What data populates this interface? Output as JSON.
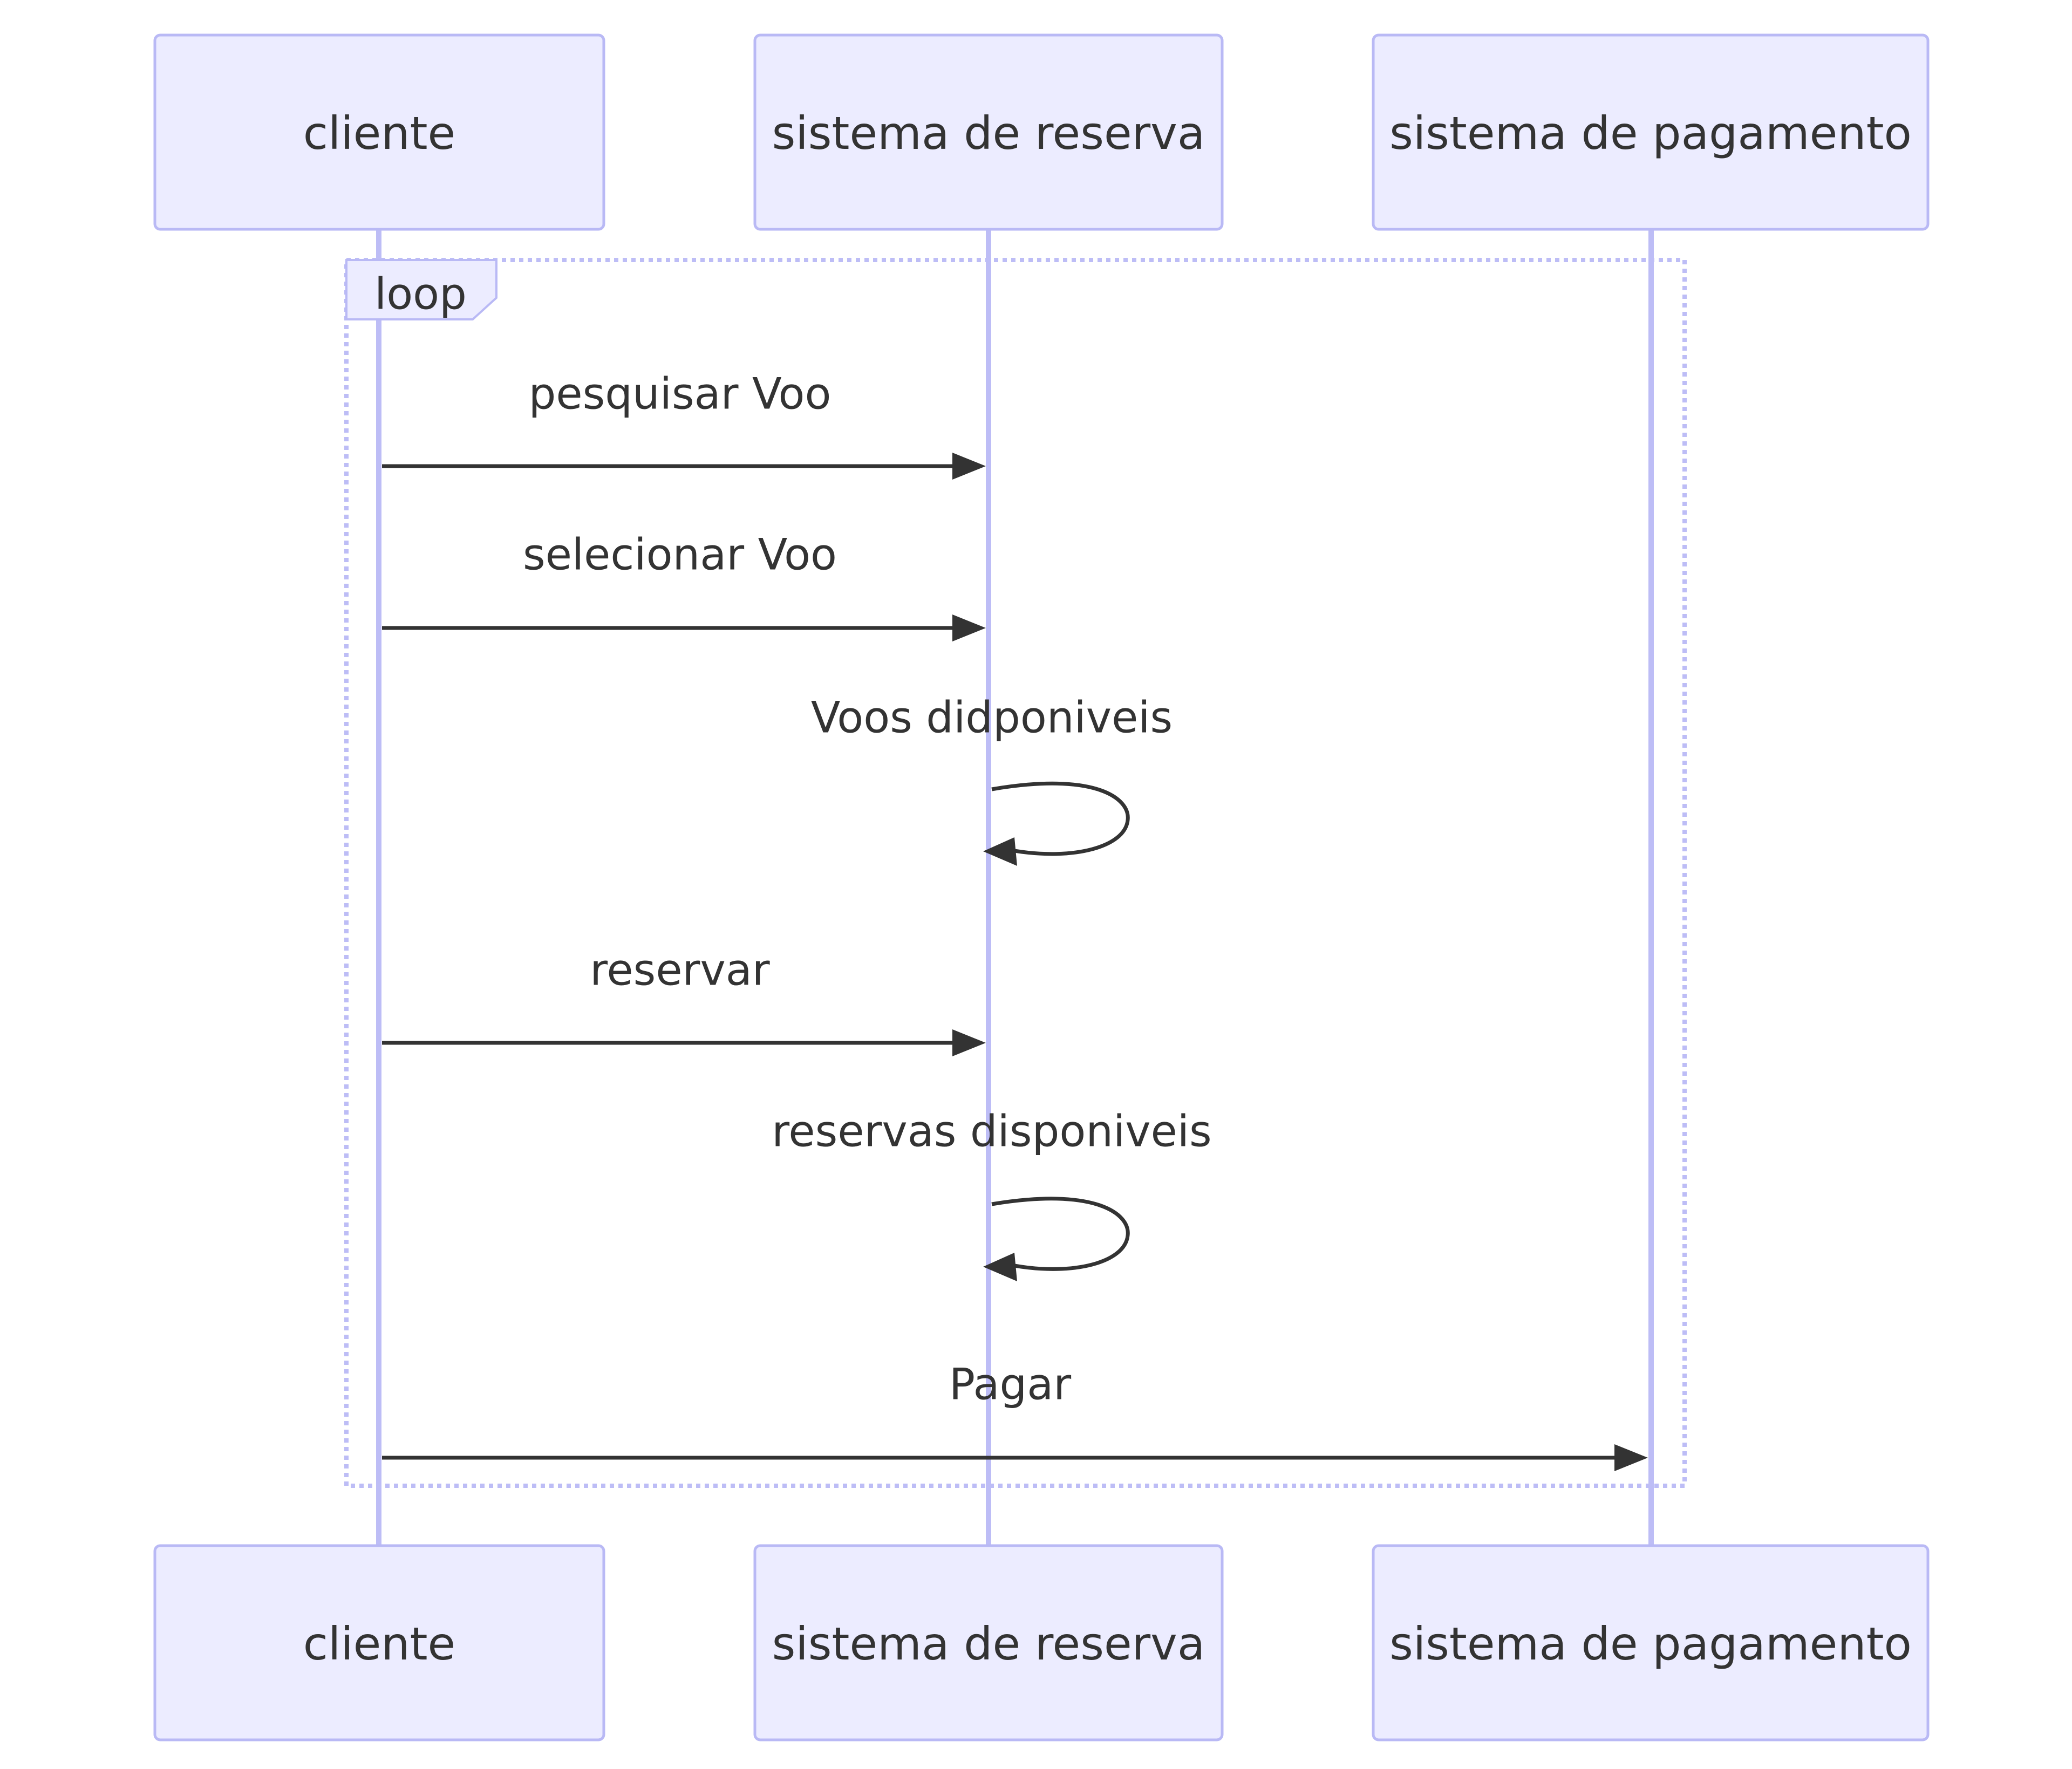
{
  "diagram": {
    "type": "sequence",
    "participants": [
      {
        "id": "cliente",
        "label": "cliente"
      },
      {
        "id": "reserva",
        "label": "sistema de reserva"
      },
      {
        "id": "pagamento",
        "label": "sistema de pagamento"
      }
    ],
    "loop": {
      "label": "loop"
    },
    "messages": [
      {
        "from": "cliente",
        "to": "reserva",
        "label": "pesquisar Voo"
      },
      {
        "from": "cliente",
        "to": "reserva",
        "label": "selecionar Voo"
      },
      {
        "from": "reserva",
        "to": "reserva",
        "label": "Voos didponiveis"
      },
      {
        "from": "cliente",
        "to": "reserva",
        "label": "reservar"
      },
      {
        "from": "reserva",
        "to": "reserva",
        "label": "reservas disponiveis"
      },
      {
        "from": "cliente",
        "to": "pagamento",
        "label": "Pagar"
      }
    ],
    "colors": {
      "actor_fill": "#ECECFF",
      "actor_stroke": "#B9B9F5",
      "lifeline": "#BDBDF6",
      "arrow": "#333333",
      "text": "#333333"
    }
  }
}
